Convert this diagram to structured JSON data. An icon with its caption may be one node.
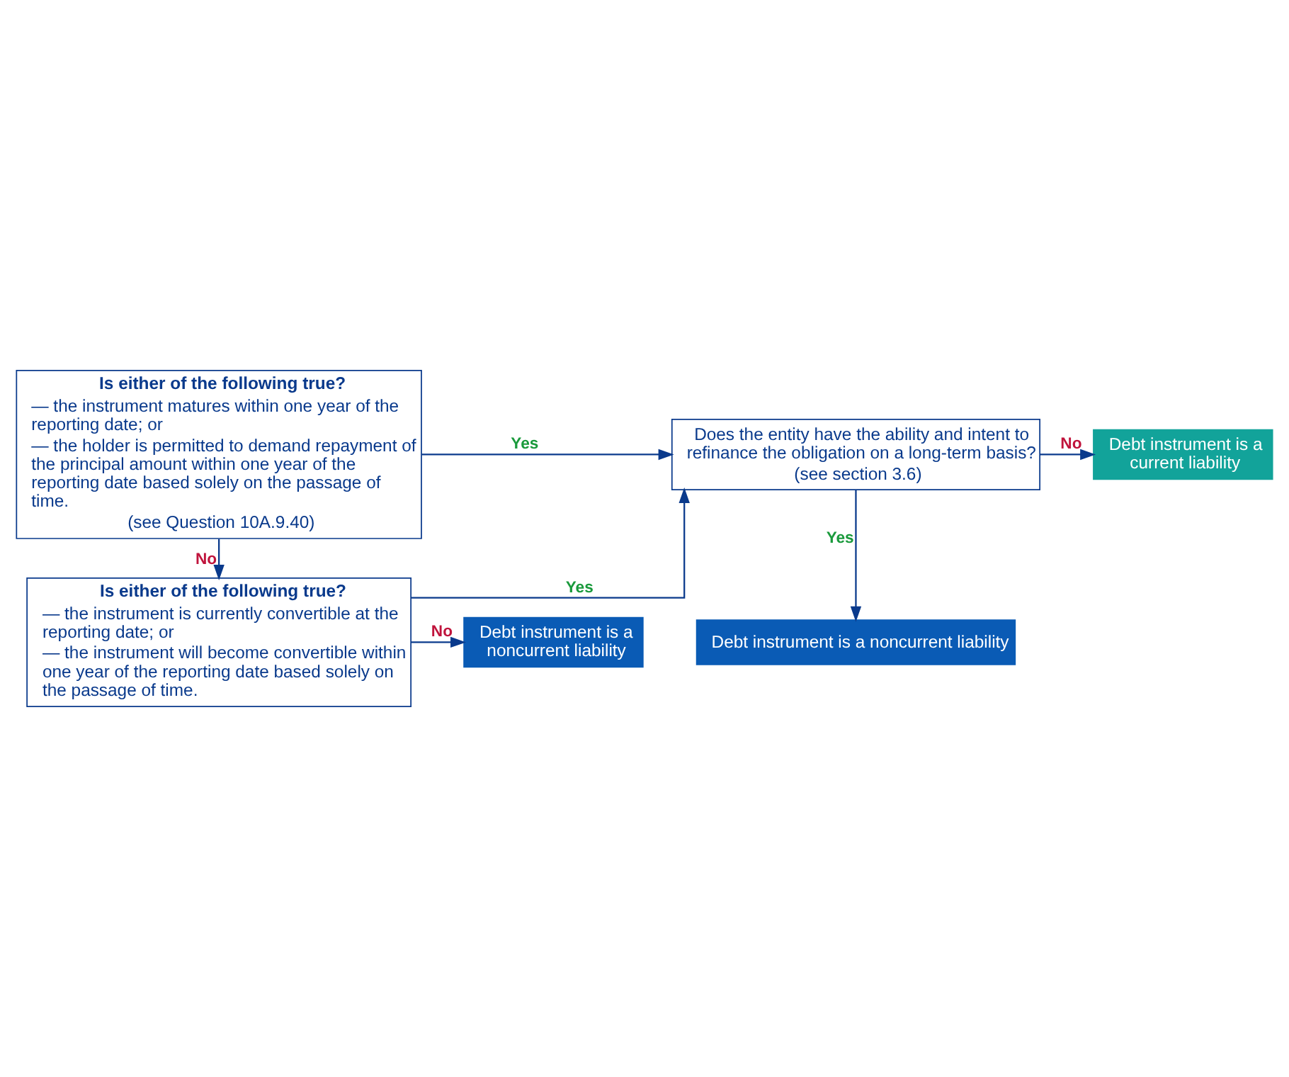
{
  "diagram": {
    "nodes": [
      {
        "text": [
          "Is either of the following true?",
          "— the instrument matures within one year of the reporting date; or",
          "— the holder is permitted to demand repayment of the principal amount within one year of the reporting date based solely on the passage of time.",
          "(see Question 10A.9.40)"
        ]
      },
      {
        "text": [
          "Is either of the following true?",
          "— the instrument is currently convertible at the reporting date; or",
          "— the instrument will become convertible within one year of the reporting date based solely on the passage of time."
        ]
      },
      {
        "text": [
          "Debt instrument is a noncurrent liability"
        ]
      },
      {
        "text": [
          "Does the entity have the ability and intent to refinance the obligation on a long-term basis?",
          "(see section 3.6)"
        ]
      },
      {
        "text": [
          "Debt instrument is a current liability"
        ]
      },
      {
        "text": [
          "Debt instrument is a noncurrent liability"
        ]
      }
    ],
    "edges": [
      {
        "from": 0,
        "to": 1,
        "arrow": "to",
        "label": "No"
      },
      {
        "from": 0,
        "to": 3,
        "arrow": "to",
        "label": "Yes"
      },
      {
        "from": 1,
        "to": 2,
        "arrow": "to",
        "label": "No"
      },
      {
        "from": 1,
        "to": 3,
        "arrow": "to",
        "label": "Yes"
      },
      {
        "from": 3,
        "to": 4,
        "arrow": "to",
        "label": "No"
      },
      {
        "from": 3,
        "to": 5,
        "arrow": "to",
        "label": "Yes"
      }
    ]
  }
}
